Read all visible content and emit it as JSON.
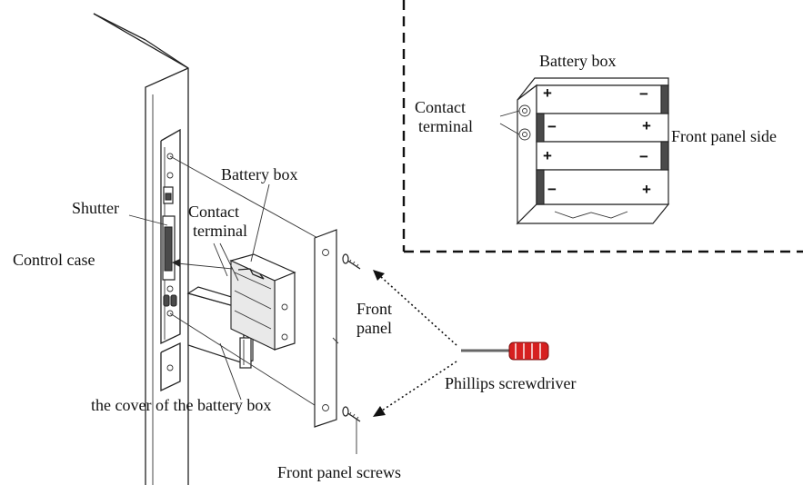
{
  "labels": {
    "battery_box_main": "Battery box",
    "contact_terminal_main": [
      "Contact",
      "terminal"
    ],
    "shutter": "Shutter",
    "control_case": "Control case",
    "front_panel": [
      "Front",
      "panel"
    ],
    "cover": "the cover of the battery box",
    "screws": "Front panel screws",
    "screwdriver": "Phillips screwdriver",
    "inset_battery_box": "Battery box",
    "inset_contact_terminal": [
      "Contact",
      "terminal"
    ],
    "inset_front_panel_side": "Front panel side"
  },
  "inset": {
    "cells": [
      {
        "left": "+",
        "right": "−"
      },
      {
        "left": "−",
        "right": "+"
      },
      {
        "left": "+",
        "right": "−"
      },
      {
        "left": "−",
        "right": "+"
      }
    ]
  },
  "colors": {
    "screwdriver_handle": "#d62020",
    "line": "#222222"
  }
}
